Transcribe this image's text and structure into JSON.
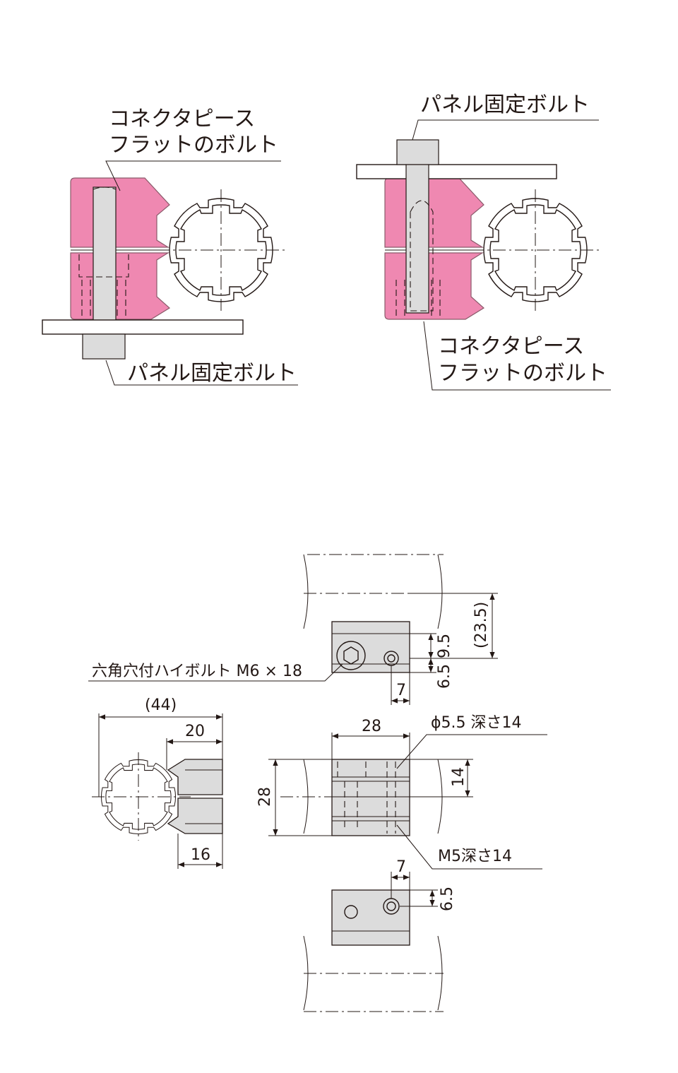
{
  "top_left": {
    "label_connector": [
      "コネクタピース",
      "フラットのボルト"
    ],
    "label_panel_bolt": "パネル固定ボルト"
  },
  "top_right": {
    "label_panel_bolt": "パネル固定ボルト",
    "label_connector": [
      "コネクタピース",
      "フラットのボルト"
    ]
  },
  "drawing": {
    "hex_bolt_label": "六角穴付ハイボルト M6 × 18",
    "hole_label": "ϕ5.5 深さ14",
    "tap_label": "M5深さ14",
    "dims": {
      "d_23_5": "(23.5)",
      "d_9_5": "9.5",
      "d_6_5_top": "6.5",
      "d_7_top": "7",
      "d_44": "(44)",
      "d_20": "20",
      "d_16": "16",
      "d_28_width": "28",
      "d_28_height": "28",
      "d_14": "14",
      "d_7_bottom": "7",
      "d_6_5_bottom": "6.5"
    }
  },
  "colors": {
    "connector_pink": "#ef88b1",
    "part_gray": "#dcdcdc",
    "line": "#231815"
  }
}
